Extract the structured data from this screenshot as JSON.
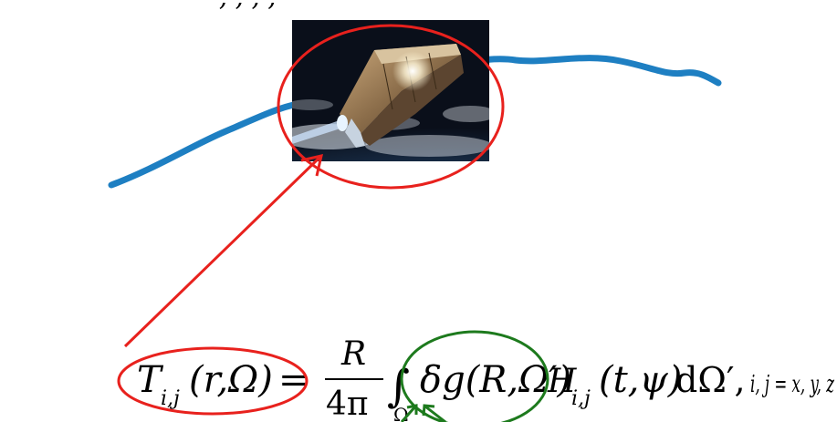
{
  "top_cutoff_text": ",    ,    ,              ,",
  "satellite_image": {
    "subject": "satellite in orbit above Earth",
    "colors": {
      "space": "#0a0f1a",
      "earth_blue": "#3b6e9e",
      "cloud": "#e8eef5",
      "solar_panel": "#8b6d4a",
      "glow": "#fff6d8"
    }
  },
  "markup": {
    "red": "#e8211d",
    "green": "#1d7a1d",
    "blue": "#1e7fc2"
  },
  "equation": {
    "lhs": "T",
    "lhs_sub": "i,j",
    "lhs_args": "(r,Ω)",
    "equals": "=",
    "frac_num": "R",
    "frac_den": "4π",
    "integral": "∫",
    "integral_sub": "Ω",
    "dg": "δg(R,Ω′)",
    "H": "H",
    "H_sub": "i,j",
    "H_args": "(t,ψ)",
    "dOmega": "dΩ′,",
    "indices": "i, j = x, y, z"
  }
}
